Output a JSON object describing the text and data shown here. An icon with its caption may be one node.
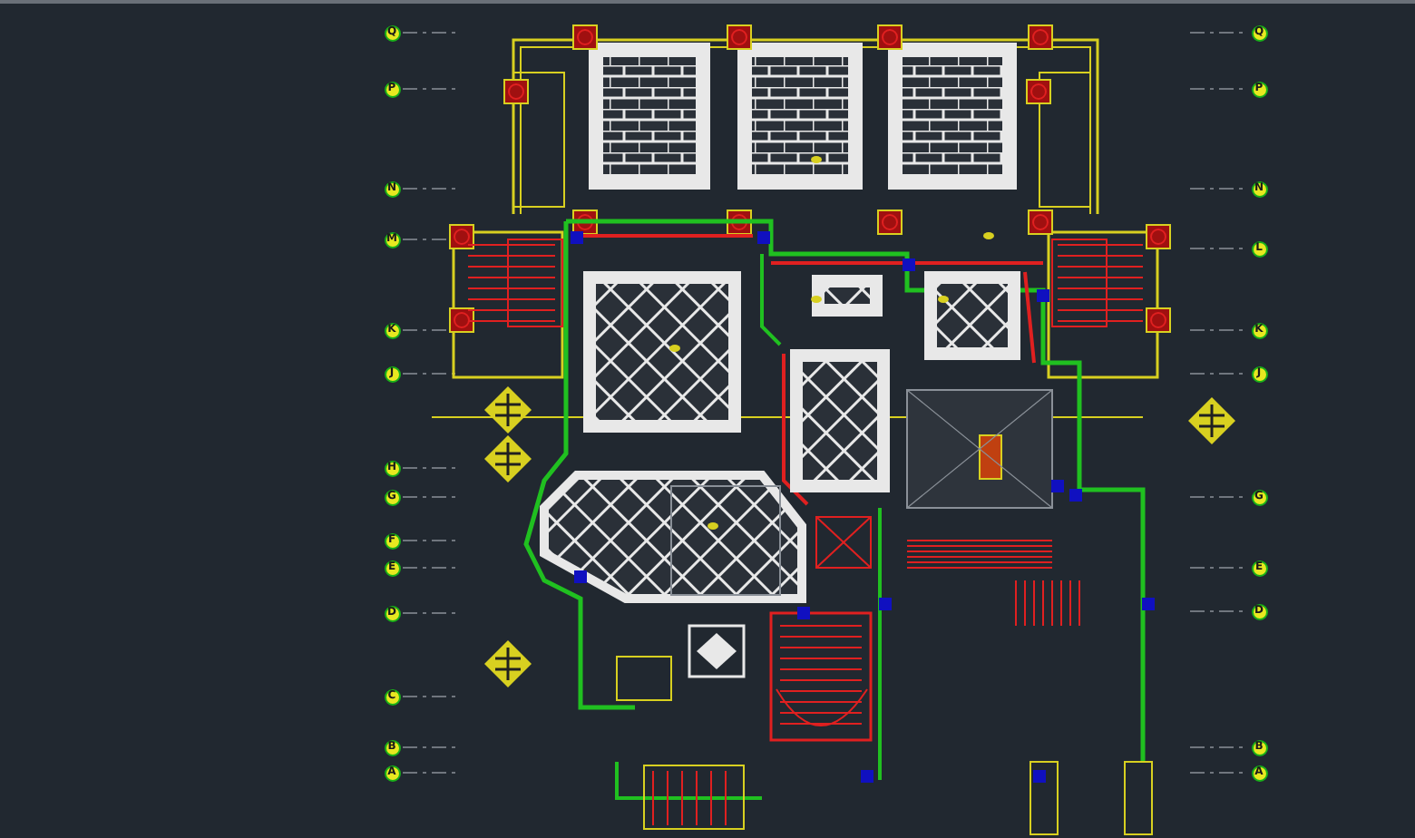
{
  "diagram": {
    "nodes": [
      {
        "text": [
          "Q"
        ]
      },
      {
        "text": [
          "P"
        ]
      },
      {
        "text": [
          "N"
        ]
      },
      {
        "text": [
          "M"
        ]
      },
      {
        "text": [
          "K"
        ]
      },
      {
        "text": [
          "J"
        ]
      },
      {
        "text": [
          "H"
        ]
      },
      {
        "text": [
          "G"
        ]
      },
      {
        "text": [
          "F"
        ]
      },
      {
        "text": [
          "E"
        ]
      },
      {
        "text": [
          "D"
        ]
      },
      {
        "text": [
          "C"
        ]
      },
      {
        "text": [
          "B"
        ]
      },
      {
        "text": [
          "A"
        ]
      },
      {
        "text": [
          "Q"
        ]
      },
      {
        "text": [
          "P"
        ]
      },
      {
        "text": [
          "N"
        ]
      },
      {
        "text": [
          "L"
        ]
      },
      {
        "text": [
          "K"
        ]
      },
      {
        "text": [
          "J"
        ]
      },
      {
        "text": [
          "G"
        ]
      },
      {
        "text": [
          "E"
        ]
      },
      {
        "text": [
          "D"
        ]
      },
      {
        "text": [
          "B"
        ]
      },
      {
        "text": [
          "A"
        ]
      }
    ]
  }
}
